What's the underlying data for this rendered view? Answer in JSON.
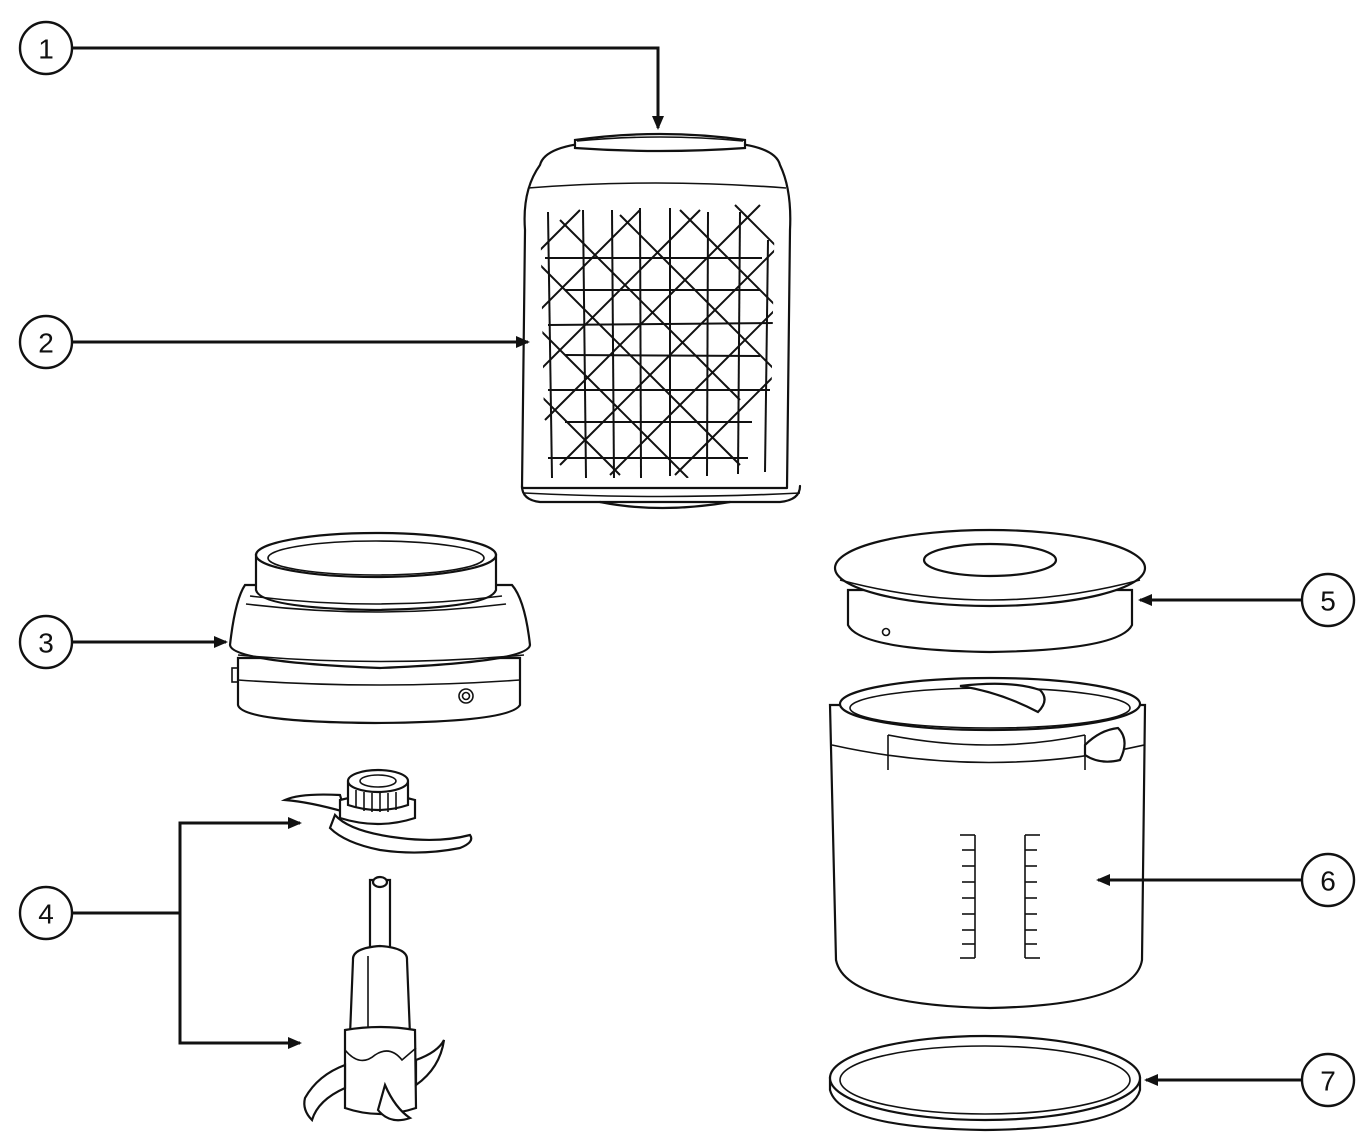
{
  "callouts": [
    {
      "id": 1,
      "label": "1",
      "part": "lid-cap"
    },
    {
      "id": 2,
      "label": "2",
      "part": "motor-housing"
    },
    {
      "id": 3,
      "label": "3",
      "part": "collar-ring"
    },
    {
      "id": 4,
      "label": "4",
      "part": "blade-assembly"
    },
    {
      "id": 5,
      "label": "5",
      "part": "bowl-lid"
    },
    {
      "id": 6,
      "label": "6",
      "part": "bowl"
    },
    {
      "id": 7,
      "label": "7",
      "part": "base-ring"
    }
  ],
  "colors": {
    "line": "#111111",
    "background": "#ffffff"
  }
}
